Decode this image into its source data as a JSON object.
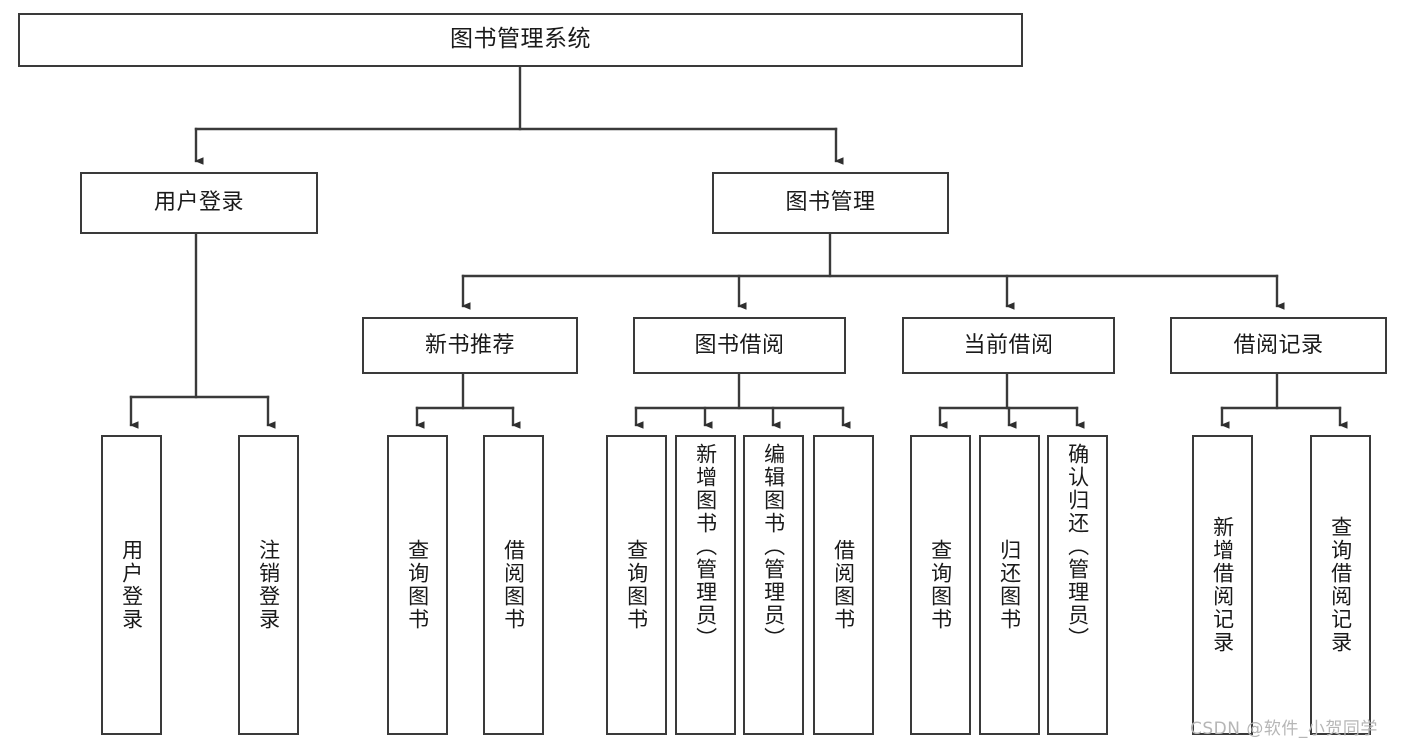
{
  "diagram": {
    "title": "图书管理系统",
    "type": "功能结构图",
    "watermark": "CSDN @软件_小贺同学",
    "colors": {
      "background": "#ffffff",
      "box_border": "#3a3a3a",
      "box_fill": "#ffffff",
      "text": "#1a1a1a",
      "connector": "#3a3a3a",
      "watermark": "#b6b6b6"
    },
    "nodes": {
      "root": {
        "label": "图书管理系统"
      },
      "level2": [
        {
          "id": "user-login",
          "label": "用户登录"
        },
        {
          "id": "book-management",
          "label": "图书管理"
        }
      ],
      "level3": [
        {
          "id": "new-book-recommend",
          "label": "新书推荐"
        },
        {
          "id": "book-borrow",
          "label": "图书借阅"
        },
        {
          "id": "current-borrow",
          "label": "当前借阅"
        },
        {
          "id": "borrow-record",
          "label": "借阅记录"
        }
      ],
      "leaves": {
        "user_login": [
          {
            "id": "leaf-user-login",
            "label": "用户登录"
          },
          {
            "id": "leaf-logout-login",
            "label": "注销登录"
          }
        ],
        "new_book_recommend": [
          {
            "id": "leaf-query-book-1",
            "label": "查询图书"
          },
          {
            "id": "leaf-borrow-book-1",
            "label": "借阅图书"
          }
        ],
        "book_borrow": [
          {
            "id": "leaf-query-book-2",
            "label": "查询图书"
          },
          {
            "id": "leaf-add-book",
            "label": "新增图书（管理员）"
          },
          {
            "id": "leaf-edit-book",
            "label": "编辑图书（管理员）"
          },
          {
            "id": "leaf-borrow-book-2",
            "label": "借阅图书"
          }
        ],
        "current_borrow": [
          {
            "id": "leaf-query-book-3",
            "label": "查询图书"
          },
          {
            "id": "leaf-return-book",
            "label": "归还图书"
          },
          {
            "id": "leaf-confirm-return",
            "label": "确认归还（管理员）"
          }
        ],
        "borrow_record": [
          {
            "id": "leaf-add-record",
            "label": "新增借阅记录"
          },
          {
            "id": "leaf-query-record",
            "label": "查询借阅记录"
          }
        ]
      }
    }
  }
}
